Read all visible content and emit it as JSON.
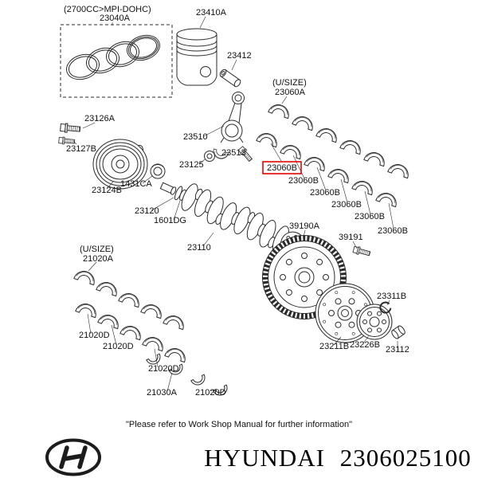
{
  "colors": {
    "highlight": "#e10600",
    "line": "#2b2b2b",
    "text": "#111111"
  },
  "footer": {
    "note": "\"Please refer to Work Shop Manual for further information\""
  },
  "brand": {
    "name": "HYUNDAI",
    "part_number": "2306025100",
    "logo": "hyundai-h-logo"
  },
  "labels": [
    {
      "id": "engine-spec",
      "text": "(2700CC>MPI-DOHC)"
    },
    {
      "id": "23040A",
      "text": "23040A"
    },
    {
      "id": "23410A",
      "text": "23410A"
    },
    {
      "id": "23412",
      "text": "23412"
    },
    {
      "id": "usize-upper",
      "text": "(U/SIZE)"
    },
    {
      "id": "23060A",
      "text": "23060A"
    },
    {
      "id": "23126A",
      "text": "23126A"
    },
    {
      "id": "23127B",
      "text": "23127B"
    },
    {
      "id": "23510",
      "text": "23510"
    },
    {
      "id": "23513",
      "text": "23513"
    },
    {
      "id": "23125",
      "text": "23125"
    },
    {
      "id": "23060B-highll",
      "text": "23060B"
    },
    {
      "id": "23060B-2",
      "text": "23060B"
    },
    {
      "id": "23060B-3",
      "text": "23060B"
    },
    {
      "id": "23060B-4",
      "text": "23060B"
    },
    {
      "id": "23060B-5",
      "text": "23060B"
    },
    {
      "id": "23060B-6",
      "text": "23060B"
    },
    {
      "id": "23124B",
      "text": "23124B"
    },
    {
      "id": "1431CA",
      "text": "1431CA"
    },
    {
      "id": "23120",
      "text": "23120"
    },
    {
      "id": "1601DG",
      "text": "1601DG"
    },
    {
      "id": "23110",
      "text": "23110"
    },
    {
      "id": "39190A",
      "text": "39190A"
    },
    {
      "id": "39191",
      "text": "39191"
    },
    {
      "id": "usize-lower",
      "text": "(U/SIZE)"
    },
    {
      "id": "21020A",
      "text": "21020A"
    },
    {
      "id": "21020D-1",
      "text": "21020D"
    },
    {
      "id": "21020D-2",
      "text": "21020D"
    },
    {
      "id": "21020D-3",
      "text": "21020D"
    },
    {
      "id": "21030A",
      "text": "21030A"
    },
    {
      "id": "21020D-4",
      "text": "21020D"
    },
    {
      "id": "23311B",
      "text": "23311B"
    },
    {
      "id": "23211B",
      "text": "23211B"
    },
    {
      "id": "23226B",
      "text": "23226B"
    },
    {
      "id": "23112",
      "text": "23112"
    }
  ]
}
